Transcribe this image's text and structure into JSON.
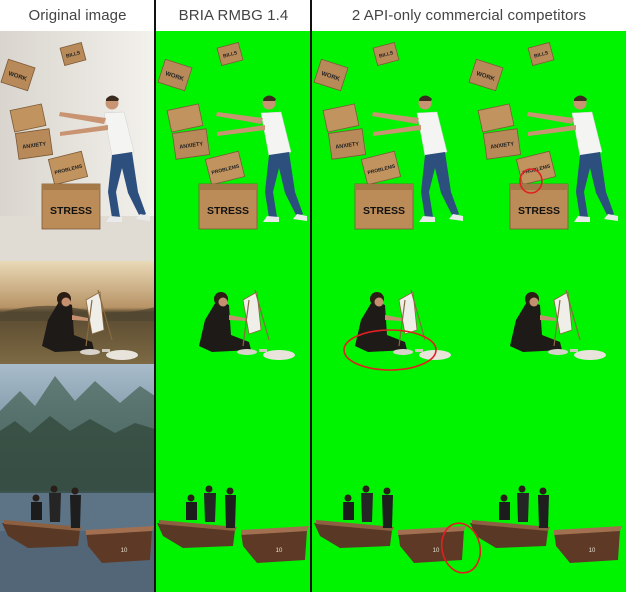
{
  "columns": {
    "original": "Original image",
    "bria": "BRIA RMBG 1.4",
    "competitors": "2 API-only commercial competitors"
  },
  "box_text": {
    "stress": "STRESS",
    "work": "WORK",
    "anxiety": "ANXIETY",
    "problems": "PROBLEMS",
    "bills": "BILLS"
  },
  "boat_number": "10",
  "colors": {
    "green_screen": "#00f400",
    "highlight_circle": "#e02020",
    "divider": "#111111"
  }
}
